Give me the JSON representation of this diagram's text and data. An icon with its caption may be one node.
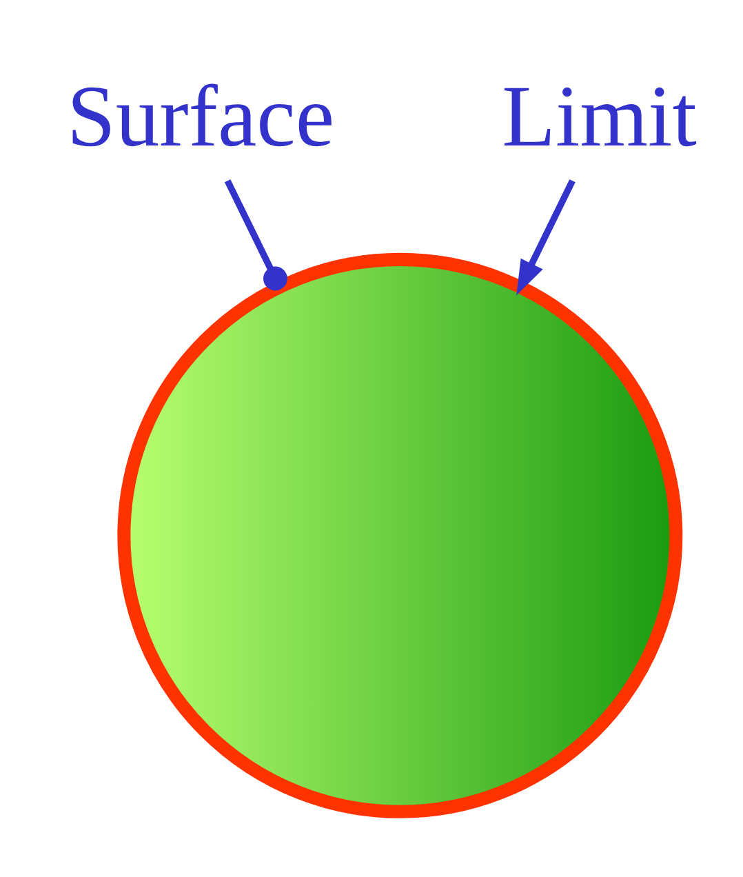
{
  "diagram": {
    "nodes": [
      {
        "text": [
          "Surface"
        ]
      },
      {
        "text": [],
        "shape": "circle"
      },
      {
        "text": [
          "Limit"
        ]
      }
    ],
    "edges": [
      {
        "from": 0,
        "to": 1,
        "arrow": "other"
      },
      {
        "from": 2,
        "to": 1,
        "arrow": "to"
      }
    ]
  }
}
